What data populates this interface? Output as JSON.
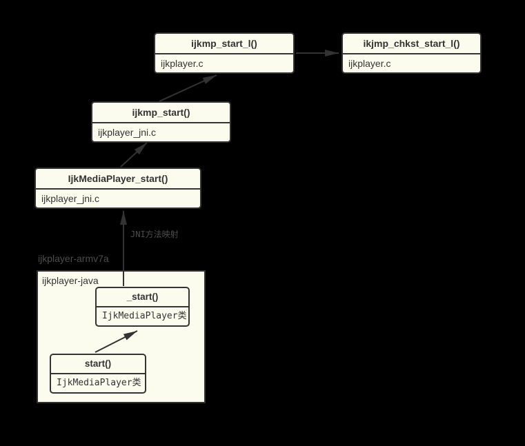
{
  "colors": {
    "background": "#000000",
    "node_fill": "#fbfbee",
    "node_border": "#333333",
    "arrow": "#333333",
    "text_dark": "#333333",
    "text_muted": "#4d4d4d"
  },
  "nodes": [
    {
      "title": "ijkmp_start_l()",
      "subtitle": "ijkplayer.c"
    },
    {
      "title": "ikjmp_chkst_start_l()",
      "subtitle": "ijkplayer.c"
    },
    {
      "title": "ijkmp_start()",
      "subtitle": "ijkplayer_jni.c"
    },
    {
      "title": "IjkMediaPlayer_start()",
      "subtitle": "ijkplayer_jni.c"
    },
    {
      "title": "_start()",
      "subtitle": "IjkMediaPlayer类"
    },
    {
      "title": "start()",
      "subtitle": "IjkMediaPlayer类"
    }
  ],
  "labels": {
    "arrow_annotation": "JNI方法映射",
    "outer_group": "ijkplayer-armv7a",
    "inner_group": "ijkplayer-java"
  }
}
